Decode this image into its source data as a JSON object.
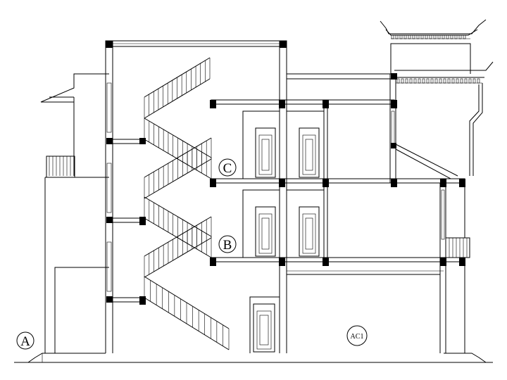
{
  "drawing": {
    "type": "architectural-section",
    "colors": {
      "line": "#000000",
      "background": "#ffffff"
    },
    "labels": {
      "axis_a": "A",
      "axis_b": "B",
      "axis_c": "C",
      "room_tag": "AC1"
    }
  }
}
